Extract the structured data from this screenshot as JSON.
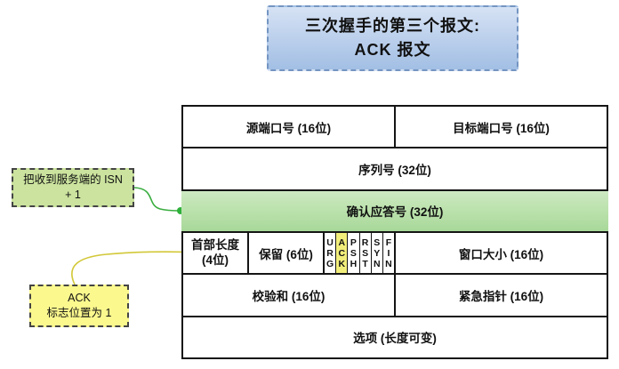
{
  "title": {
    "line1": "三次握手的第三个报文:",
    "line2": "ACK 报文"
  },
  "annotations": {
    "isn": {
      "line1": "把收到服务端的 ISN",
      "line2": "+ 1"
    },
    "ack": {
      "line1": "ACK",
      "line2": "标志位置为 1"
    }
  },
  "table": {
    "row1": {
      "src_port": "源端口号 (16位)",
      "dst_port": "目标端口号 (16位)"
    },
    "row2": {
      "seq": "序列号 (32位)"
    },
    "row3": {
      "ack_num": "确认应答号 (32位)"
    },
    "row4": {
      "header_len_l1": "首部长度",
      "header_len_l2": "(4位)",
      "reserved": "保留 (6位)",
      "window": "窗口大小 (16位)",
      "flags": [
        {
          "name": "URG",
          "letters": [
            "U",
            "R",
            "G"
          ],
          "highlight": false
        },
        {
          "name": "ACK",
          "letters": [
            "A",
            "C",
            "K"
          ],
          "highlight": true
        },
        {
          "name": "PSH",
          "letters": [
            "P",
            "S",
            "H"
          ],
          "highlight": false
        },
        {
          "name": "RST",
          "letters": [
            "R",
            "S",
            "T"
          ],
          "highlight": false
        },
        {
          "name": "SYN",
          "letters": [
            "S",
            "Y",
            "N"
          ],
          "highlight": false
        },
        {
          "name": "FIN",
          "letters": [
            "F",
            "I",
            "N"
          ],
          "highlight": false
        }
      ]
    },
    "row5": {
      "checksum": "校验和 (16位)",
      "urgent": "紧急指针 (16位)"
    },
    "row6": {
      "options": "选项 (长度可变)"
    }
  },
  "colors": {
    "title_bg_top": "#d6e2f4",
    "title_bg_bottom": "#a2bfe4",
    "title_border": "#7495c2",
    "green_row_top": "#cde9c3",
    "green_row_bottom": "#a8d89a",
    "ack_flag_highlight": "#f2ee7b",
    "callout_green_bg": "#cbe39e",
    "callout_yellow_bg": "#fbf88e",
    "connector_green": "#3aad3f",
    "connector_yellow": "#d2c838",
    "border_black": "#151515"
  }
}
